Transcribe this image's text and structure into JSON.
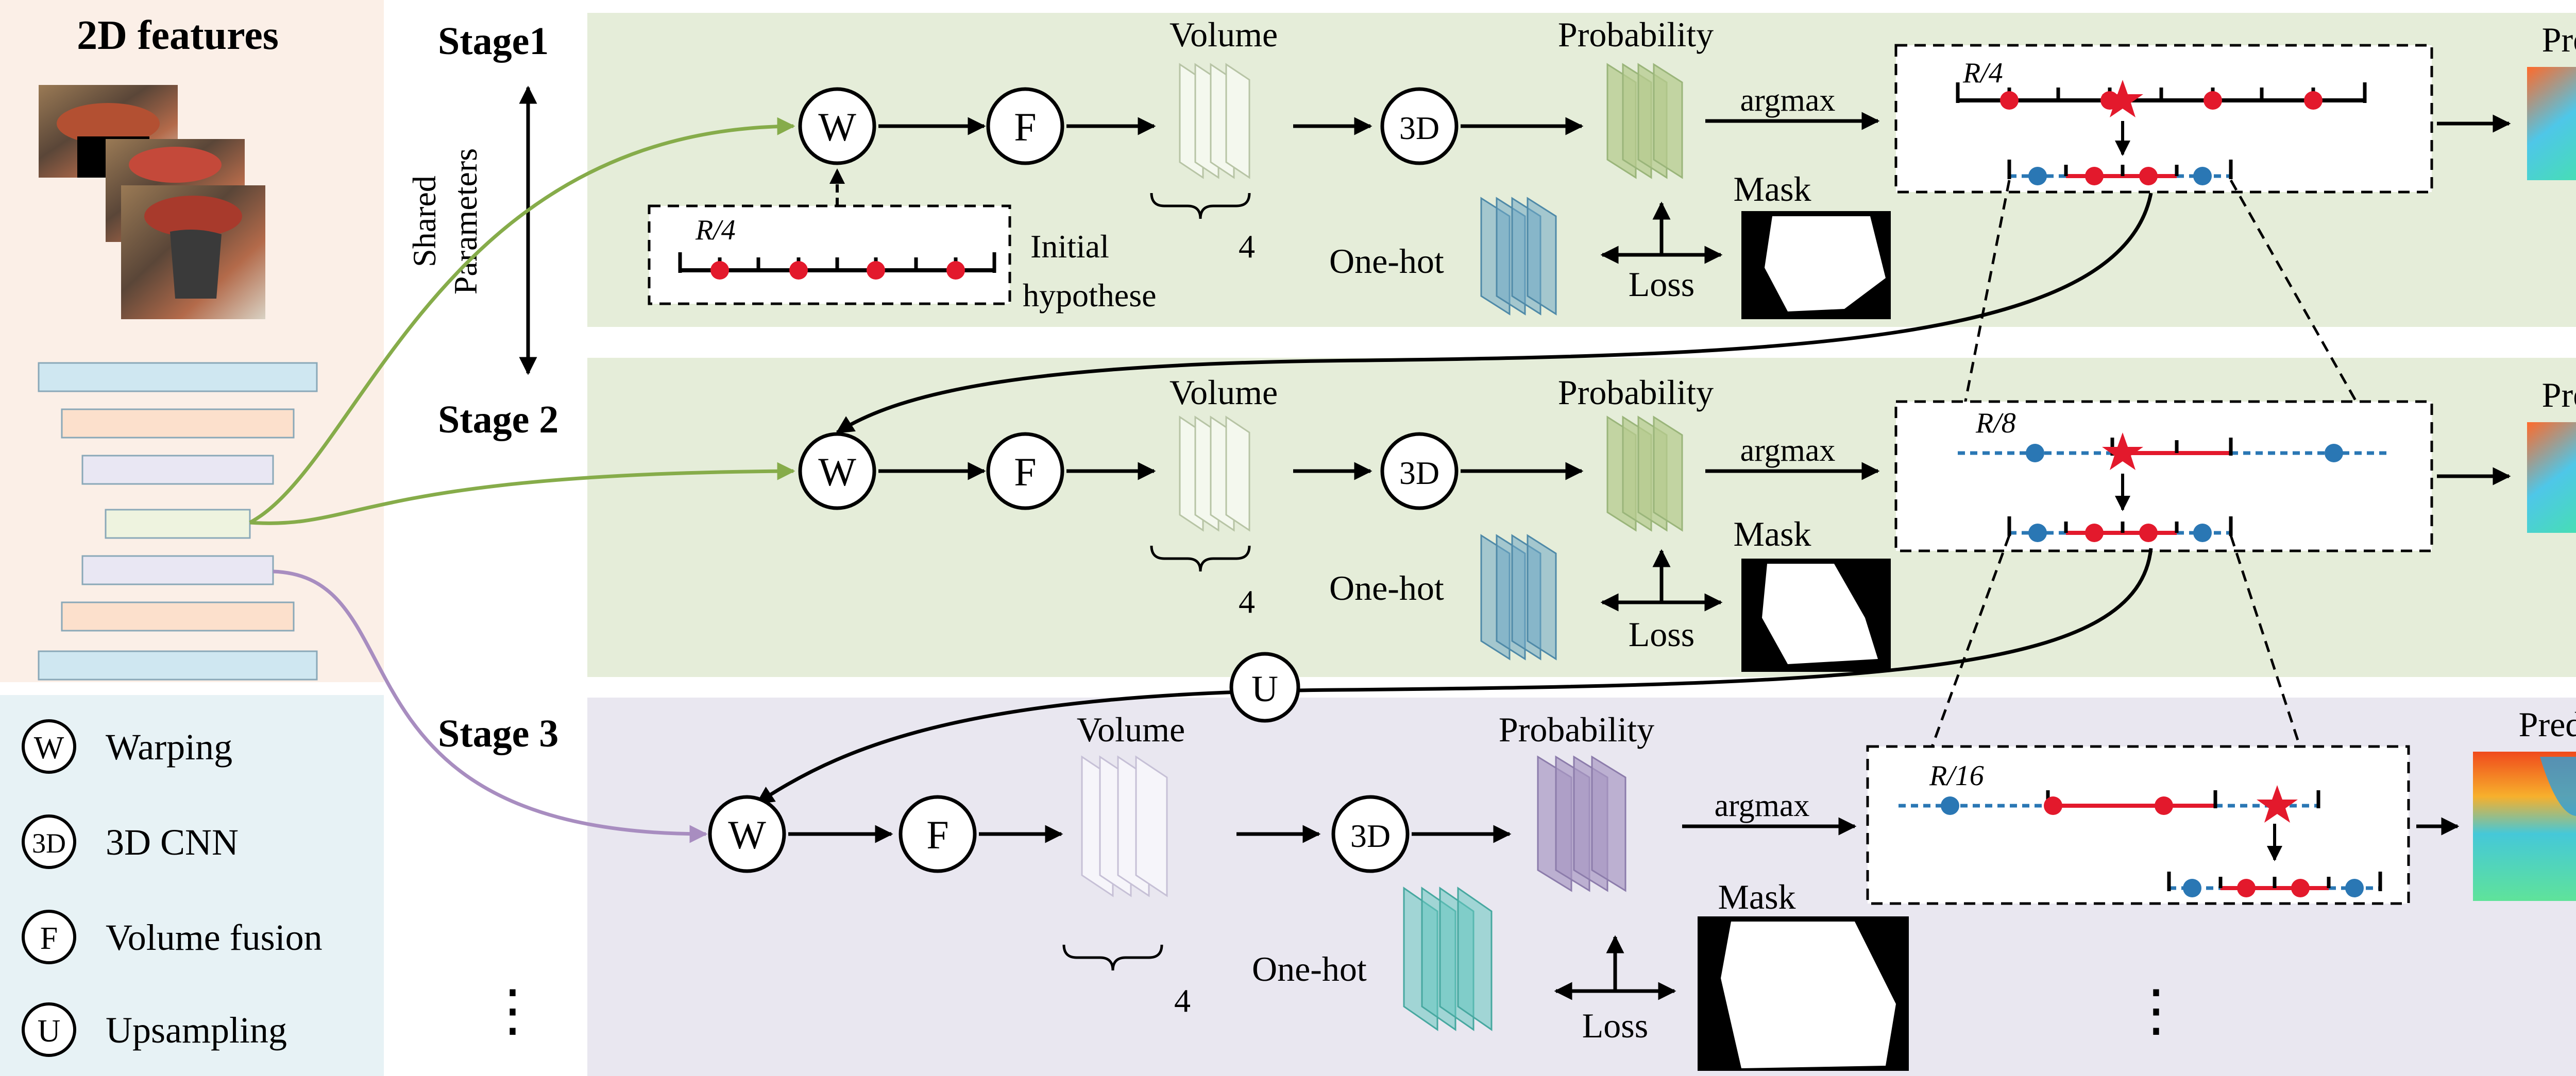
{
  "left_panel": {
    "title": "2D features"
  },
  "legend": {
    "items": [
      {
        "symbol": "W",
        "label": "Warping"
      },
      {
        "symbol": "3D",
        "label": "3D CNN"
      },
      {
        "symbol": "F",
        "label": "Volume fusion"
      },
      {
        "symbol": "U",
        "label": "Upsampling"
      }
    ]
  },
  "shared_parameters": {
    "line1": "Shared",
    "line2": "Parameters"
  },
  "stages": [
    {
      "label": "Stage1",
      "nodes": {
        "warp": "W",
        "fuse": "F",
        "cnn": "3D"
      },
      "volume_label": "Volume",
      "volume_count": "4",
      "probability_label": "Probability",
      "argmax_label": "argmax",
      "onehot_label": "One-hot",
      "mask_label": "Mask",
      "loss_label": "Loss",
      "interval_label": "R/4",
      "pred_label": "Pred depth",
      "initial_label_1": "Initial",
      "initial_label_2": "hypothese",
      "initial_interval_label": "R/4"
    },
    {
      "label": "Stage 2",
      "nodes": {
        "warp": "W",
        "fuse": "F",
        "cnn": "3D"
      },
      "volume_label": "Volume",
      "volume_count": "4",
      "probability_label": "Probability",
      "argmax_label": "argmax",
      "onehot_label": "One-hot",
      "mask_label": "Mask",
      "loss_label": "Loss",
      "interval_label": "R/8",
      "pred_label": "Pred depth"
    },
    {
      "label": "Stage 3",
      "nodes": {
        "warp": "W",
        "fuse": "F",
        "cnn": "3D"
      },
      "volume_label": "Volume",
      "volume_count": "4",
      "probability_label": "Probability",
      "argmax_label": "argmax",
      "onehot_label": "One-hot",
      "mask_label": "Mask",
      "loss_label": "Loss",
      "interval_label": "R/16",
      "pred_label": "Pred depth"
    }
  ],
  "upsample_symbol": "U",
  "ellipsis": "⋮",
  "colors": {
    "stage_bg": "#e5edd9",
    "stage3_bg": "#e9e7f0",
    "feature_panel_bg": "#fbefe7",
    "legend_bg": "#e7f2f5",
    "green_arrow": "#86ac4a",
    "purple_arrow": "#a88dc0",
    "hypothesis_red": "#e3192c",
    "hypothesis_blue": "#2a77b4",
    "prob_green": "#b5cb8f",
    "prob_purple": "#a898c3",
    "onehot_blue": "#6fa8c4",
    "onehot_teal": "#66c7c0"
  }
}
